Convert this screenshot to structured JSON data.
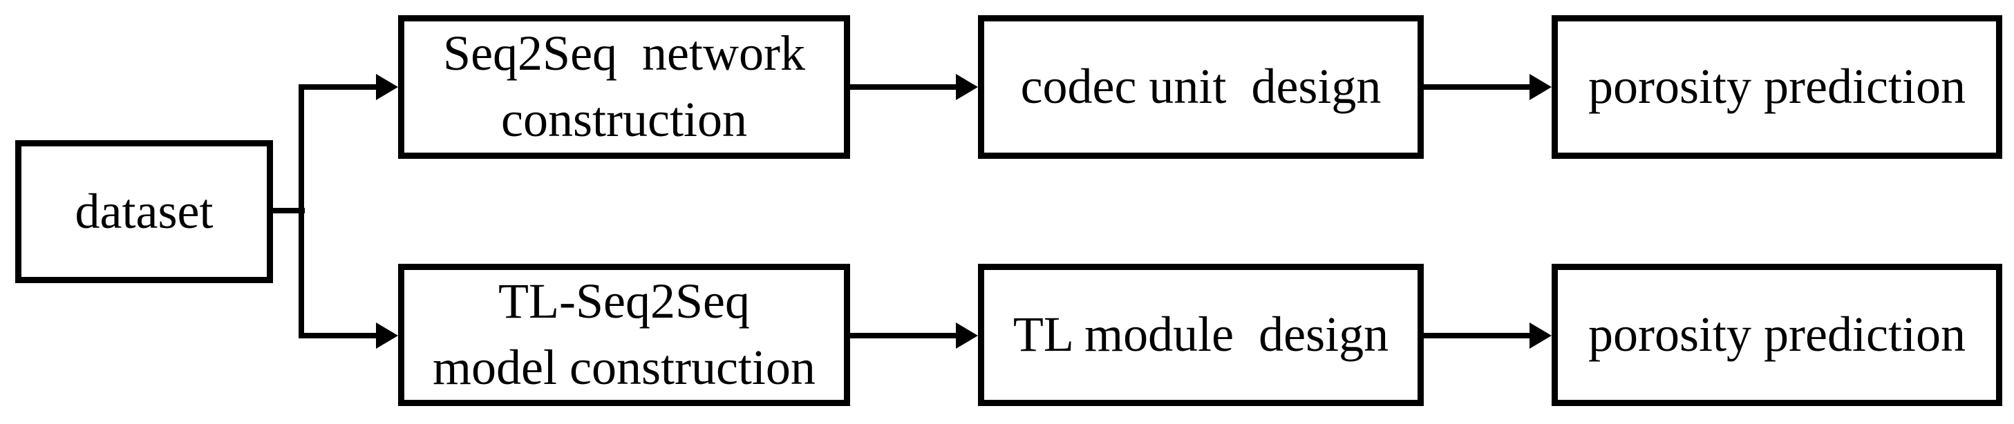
{
  "diagram": {
    "type": "flowchart",
    "background_color": "#ffffff",
    "line_color": "#000000",
    "nodes": {
      "dataset": {
        "label": "dataset"
      },
      "seq2seq": {
        "label": "Seq2Seq  network\nconstruction"
      },
      "codec": {
        "label": "codec unit  design"
      },
      "porosity_top": {
        "label": "porosity prediction"
      },
      "tl_seq2seq": {
        "label": "TL-Seq2Seq\nmodel construction"
      },
      "tl_module": {
        "label": "TL module  design"
      },
      "porosity_bottom": {
        "label": "porosity prediction"
      }
    },
    "edges": [
      {
        "from": "dataset",
        "to": "seq2seq"
      },
      {
        "from": "dataset",
        "to": "tl_seq2seq"
      },
      {
        "from": "seq2seq",
        "to": "codec"
      },
      {
        "from": "codec",
        "to": "porosity_top"
      },
      {
        "from": "tl_seq2seq",
        "to": "tl_module"
      },
      {
        "from": "tl_module",
        "to": "porosity_bottom"
      }
    ]
  }
}
